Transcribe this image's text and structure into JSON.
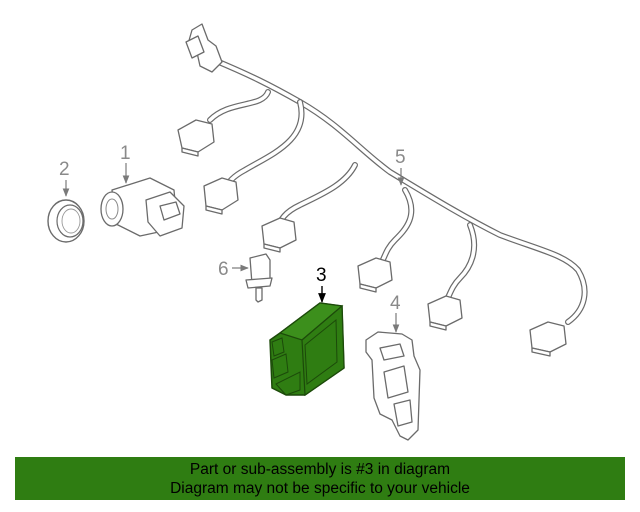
{
  "diagram": {
    "callouts": {
      "c1": "1",
      "c2": "2",
      "c3": "3",
      "c4": "4",
      "c5": "5",
      "c6": "6"
    },
    "highlight_color": "#2f7d12"
  },
  "footer": {
    "line1": "Part or sub-assembly is #3 in diagram",
    "line2": "Diagram may not be specific to your vehicle"
  }
}
